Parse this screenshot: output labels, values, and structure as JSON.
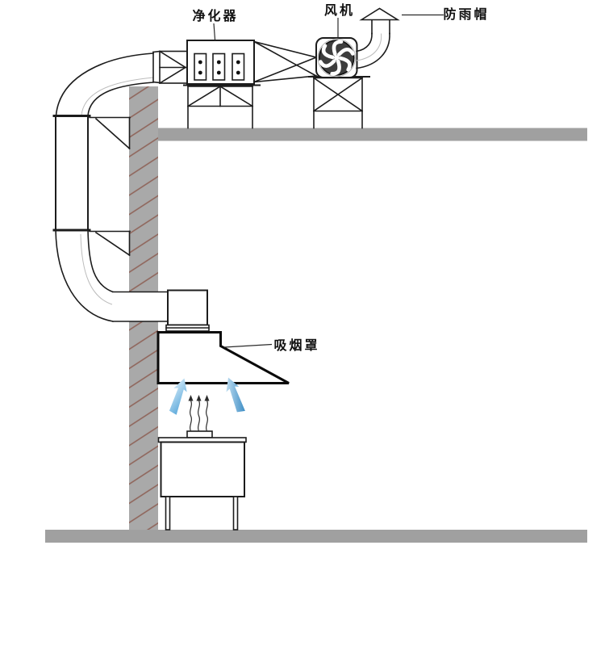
{
  "diagram": {
    "labels": {
      "purifier": "净化器",
      "fan": "风机",
      "rain_cap": "防雨帽",
      "smoke_hood": "吸烟罩"
    },
    "colors": {
      "line": "#1c1c1c",
      "wall_fill": "#a9a9a9",
      "slab_fill": "#a0a0a0",
      "wall_hatch": "#8e6257",
      "fan_disc": "#3d3d3d",
      "elbow_highlight": "#bcbcbc",
      "smoke_line": "#2b2b2b",
      "arrow_light": "#dceffa",
      "arrow_dark_left": "#55a5d9",
      "arrow_dark_right": "#2e84c0"
    }
  }
}
